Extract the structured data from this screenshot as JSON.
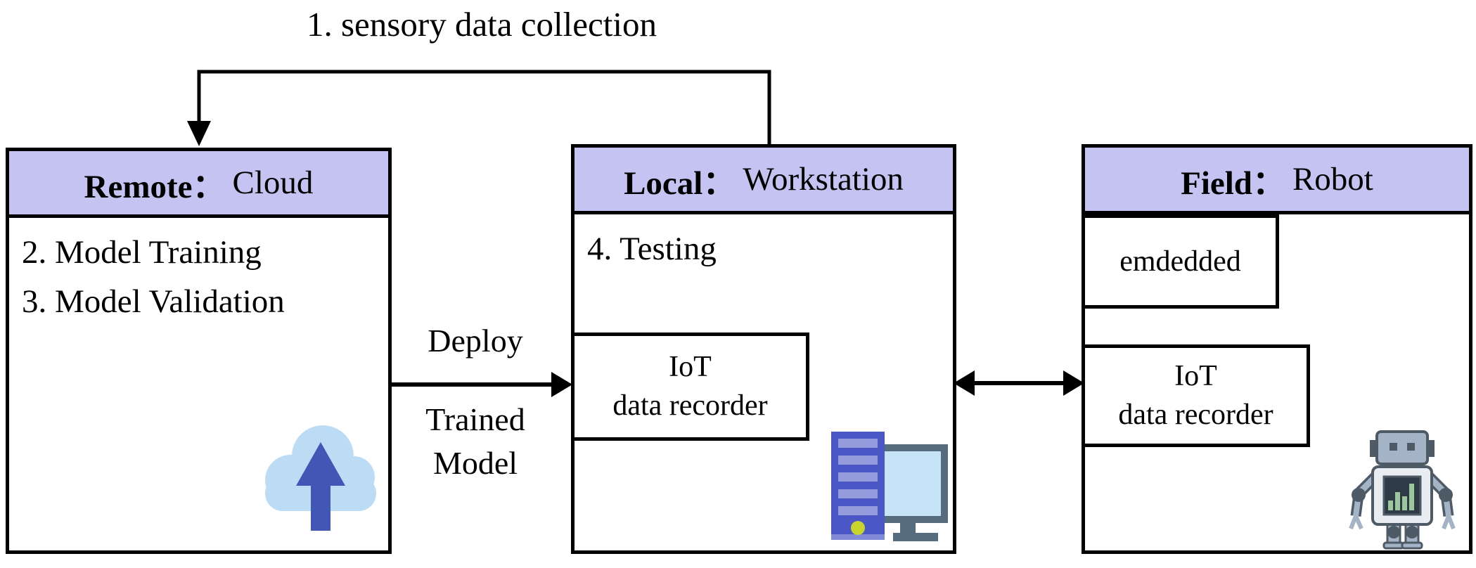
{
  "diagram": {
    "flow": {
      "step1_label": "1. sensory data collection",
      "deploy_label": "Deploy",
      "trained_line1": "Trained",
      "trained_line2": "Model"
    },
    "remote": {
      "header_bold": "Remote：",
      "header_rest": "Cloud",
      "steps": [
        "2. Model Training",
        "3. Model Validation"
      ],
      "icon": "cloud-upload-icon"
    },
    "local": {
      "header_bold": "Local：",
      "header_rest": "Workstation",
      "step": "4. Testing",
      "iot_line1": "IoT",
      "iot_line2": "data recorder",
      "icon": "workstation-icon"
    },
    "field": {
      "header_bold": "Field：",
      "header_rest": "Robot",
      "embedded_label": "emdedded",
      "iot_line1": "IoT",
      "iot_line2": "data recorder",
      "icon": "robot-icon"
    },
    "colors": {
      "header_bg": "#c5c3f1",
      "line": "#000000",
      "cloud": "#bcdcf6",
      "cloud_arrow": "#4156b5",
      "tower": "#4a57c4",
      "tower_slat": "#949cdd",
      "power_button": "#c8d42c",
      "monitor_frame": "#556c7e",
      "screen": "#c6e3f7",
      "robot_body": "#e9edf1",
      "robot_gray": "#a4b4c6",
      "robot_dark": "#4e5a66",
      "robot_screen": "#2e3a45",
      "robot_bars": "#9cc79c"
    }
  }
}
